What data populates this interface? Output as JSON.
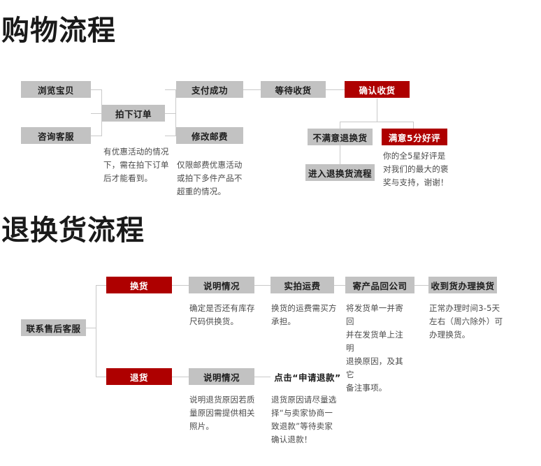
{
  "page": {
    "background": "#ffffff",
    "box_gray": "#c2c2c2",
    "box_red": "#ae0000",
    "line_color": "#c9c9c9",
    "text_dark": "#1c1c1c",
    "note_color": "#4a4a4a"
  },
  "sections": [
    {
      "id": "shopping",
      "title": "购物流程"
    },
    {
      "id": "return",
      "title": "退换货流程"
    }
  ],
  "shopping_flow": {
    "boxes": {
      "browse": "浏览宝贝",
      "consult": "咨询客服",
      "place_order": "拍下订单",
      "pay_success": "支付成功",
      "modify_shipping": "修改邮费",
      "wait_receive": "等待收货",
      "confirm_receive": "确认收货",
      "dissatisfied_return": "不满意退换货",
      "satisfied_review": "满意5分好评",
      "enter_return_flow": "进入退换货流程"
    },
    "notes": {
      "place_order": "有优惠活动的情况\n下，需在拍下订单\n后才能看到。",
      "modify_shipping": "仅限邮费优惠活动\n或拍下多件产品不\n超重的情况。",
      "satisfied_review": "你的全5星好评是\n对我们的最大的褒\n奖与支持，谢谢！"
    }
  },
  "return_flow": {
    "boxes": {
      "contact_service": "联系售后客服",
      "exchange": "换货",
      "exchange_explain": "说明情况",
      "exchange_shipping": "实拍运费",
      "send_back": "寄产品回公司",
      "received_process": "收到货办理换货",
      "refund": "退货",
      "refund_explain": "说明情况",
      "click_refund": "点击“申请退款”"
    },
    "notes": {
      "exchange_explain": "确定是否还有库存\n尺码供换货。",
      "exchange_shipping": "换货的运费需买方\n承担。",
      "send_back": "将发货单一并寄回\n并在发货单上注明\n退换原因，及其它\n备注事项。",
      "received_process": "正常办理时间3-5天\n左右（周六除外）可\n办理换货。",
      "refund_explain": "说明退货原因若质\n量原因需提供相关\n照片。",
      "click_refund": "退货原因请尽量选\n择“与卖家协商一\n致退款”等待卖家\n确认退款！"
    }
  }
}
